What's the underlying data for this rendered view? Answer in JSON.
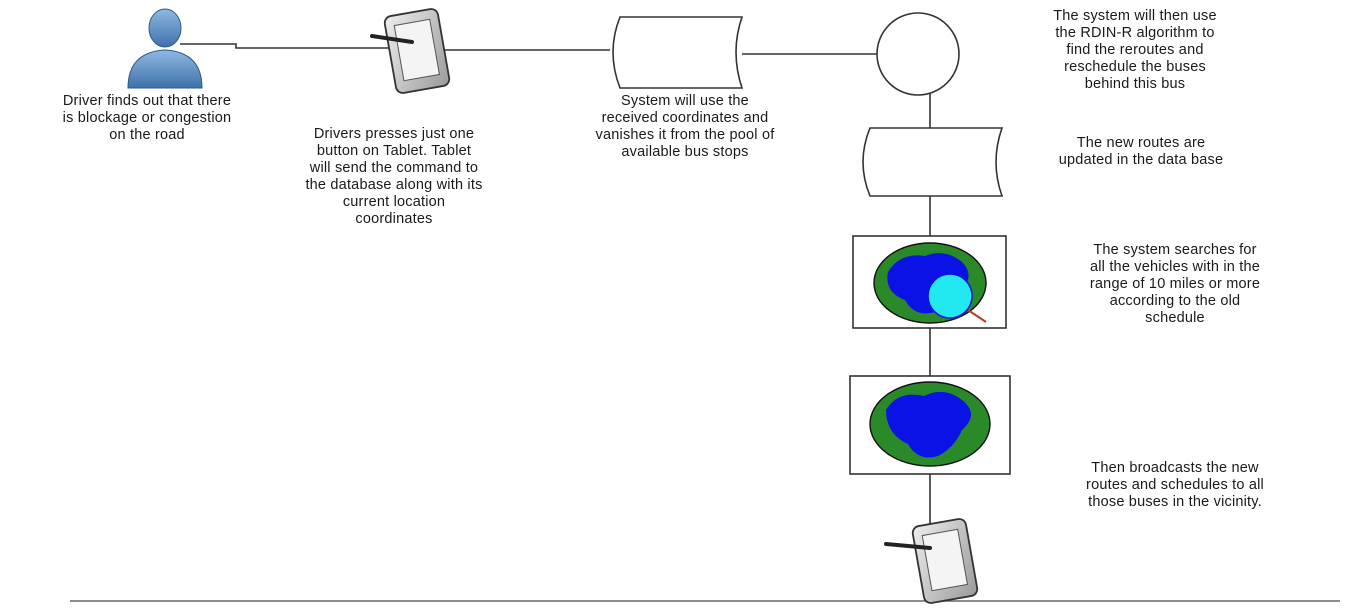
{
  "diagram": {
    "steps": [
      {
        "id": "driver",
        "icon": "person-icon",
        "text": "Driver finds out that there\nis blockage or congestion\non the road"
      },
      {
        "id": "tablet",
        "icon": "tablet-icon",
        "text": "Drivers presses just one\nbutton on Tablet. Tablet\nwill send the command to\nthe database along with its\ncurrent location\ncoordinates"
      },
      {
        "id": "system",
        "icon": "stored-data-icon",
        "text": "System will use the\nreceived coordinates and\nvanishes it from the pool of\navailable bus stops"
      },
      {
        "id": "algorithm",
        "icon": "circle-process-icon",
        "text": "The system will then use\nthe RDIN-R algorithm to\nfind the reroutes and\nreschedule the buses\nbehind this bus"
      },
      {
        "id": "database",
        "icon": "stored-data-icon",
        "text": "The new routes are\nupdated in the data base"
      },
      {
        "id": "search",
        "icon": "globe-search-icon",
        "text": "The system searches for\nall the vehicles with in the\nrange of 10 miles or more\naccording to the old\nschedule"
      },
      {
        "id": "broadcast",
        "icon": "globe-icon",
        "text": "Then broadcasts the new\nroutes and schedules to all\nthose buses in the vicinity."
      },
      {
        "id": "receiver",
        "icon": "tablet-icon",
        "text": ""
      }
    ],
    "colors": {
      "person": "#5b8fc7",
      "globe_land": "#0a12e6",
      "globe_sea": "#2a8a2a",
      "magnifier": "#22e8f0",
      "line": "#333333"
    }
  }
}
